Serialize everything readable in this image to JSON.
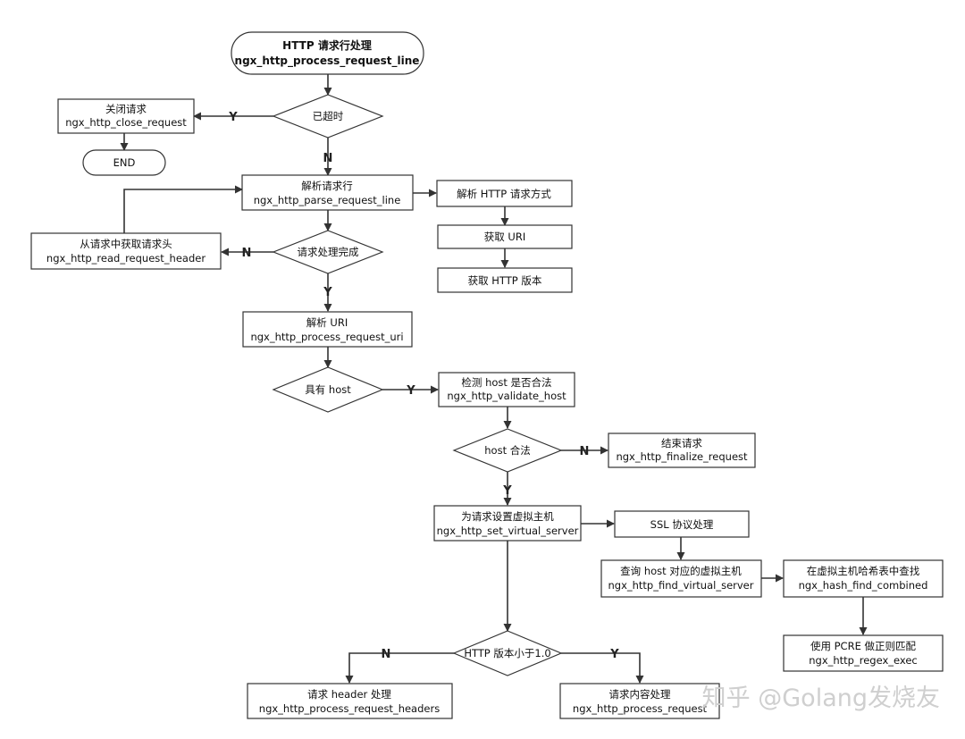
{
  "nodes": {
    "start": {
      "line1": "HTTP 请求行处理",
      "line2": "ngx_http_process_request_line"
    },
    "timeout": {
      "label": "已超时"
    },
    "close": {
      "line1": "关闭请求",
      "line2": "ngx_http_close_request"
    },
    "end": {
      "label": "END"
    },
    "parse_line": {
      "line1": "解析请求行",
      "line2": "ngx_http_parse_request_line"
    },
    "parse_method": {
      "label": "解析 HTTP 请求方式"
    },
    "get_uri": {
      "label": "获取 URI"
    },
    "get_version": {
      "label": "获取 HTTP 版本"
    },
    "read_header": {
      "line1": "从请求中获取请求头",
      "line2": "ngx_http_read_request_header"
    },
    "done": {
      "label": "请求处理完成"
    },
    "parse_uri": {
      "line1": "解析 URI",
      "line2": "ngx_http_process_request_uri"
    },
    "has_host": {
      "label": "具有 host"
    },
    "validate_host": {
      "line1": "检测 host 是否合法",
      "line2": "ngx_http_validate_host"
    },
    "host_ok": {
      "label": "host 合法"
    },
    "finalize": {
      "line1": "结束请求",
      "line2": "ngx_http_finalize_request"
    },
    "set_vserver": {
      "line1": "为请求设置虚拟主机",
      "line2": "ngx_http_set_virtual_server"
    },
    "ssl": {
      "label": "SSL 协议处理"
    },
    "find_vserver": {
      "line1": "查询 host 对应的虚拟主机",
      "line2": "ngx_http_find_virtual_server"
    },
    "hash_find": {
      "line1": "在虚拟主机哈希表中查找",
      "line2": "ngx_hash_find_combined"
    },
    "regex": {
      "line1": "使用 PCRE 做正则匹配",
      "line2": "ngx_http_regex_exec"
    },
    "version_check": {
      "label": "HTTP 版本小于1.0"
    },
    "proc_headers": {
      "line1": "请求 header 处理",
      "line2": "ngx_http_process_request_headers"
    },
    "proc_request": {
      "line1": "请求内容处理",
      "line2": "ngx_http_process_request"
    }
  },
  "edge_labels": {
    "timeout_yes": "Y",
    "timeout_no": "N",
    "done_no": "N",
    "done_yes": "Y",
    "host_yes": "Y",
    "hostok_no": "N",
    "hostok_yes": "Y",
    "version_no": "N",
    "version_yes": "Y"
  },
  "watermark": "知乎 @Golang发烧友"
}
